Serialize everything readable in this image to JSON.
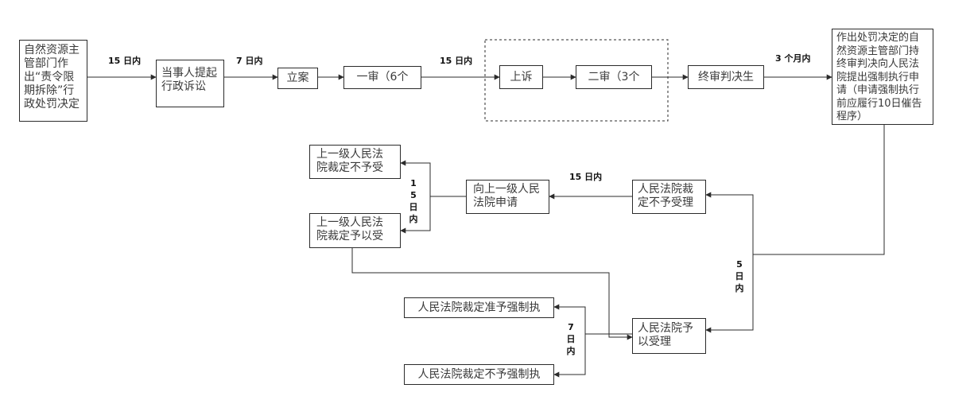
{
  "nodes": {
    "n1": "自然资源主管部门作出“责令限期拆除”行政处罚决定",
    "n2": "当事人提起行政诉讼",
    "n3": "立案",
    "n4": "一审（6个",
    "n5": "上诉",
    "n6": "二审（3个",
    "n7": "终审判决生",
    "n8": "作出处罚决定的自然资源主管部门持终审判决向人民法院提出强制执行申请（申请强制执行前应履行10日催告程序）",
    "n9": "人民法院裁定不予受理",
    "n10": "向上一级人民法院申请",
    "n11": "上一级人民法院裁定不予受",
    "n12": "上一级人民法院裁定予以受",
    "n13": "人民法院予以受理",
    "n14": "人民法院裁定准予强制执",
    "n15": "人民法院裁定不予强制执"
  },
  "labels": {
    "l1": "15 日内",
    "l2": "7 日内",
    "l3": "15 日内",
    "l4": "3 个月内",
    "l5": "15 日内",
    "l6": "15日内",
    "l7": "5日内",
    "l8": "7日内"
  },
  "colors": {
    "line": "#2b2b2b",
    "text": "#3a3a3a"
  }
}
